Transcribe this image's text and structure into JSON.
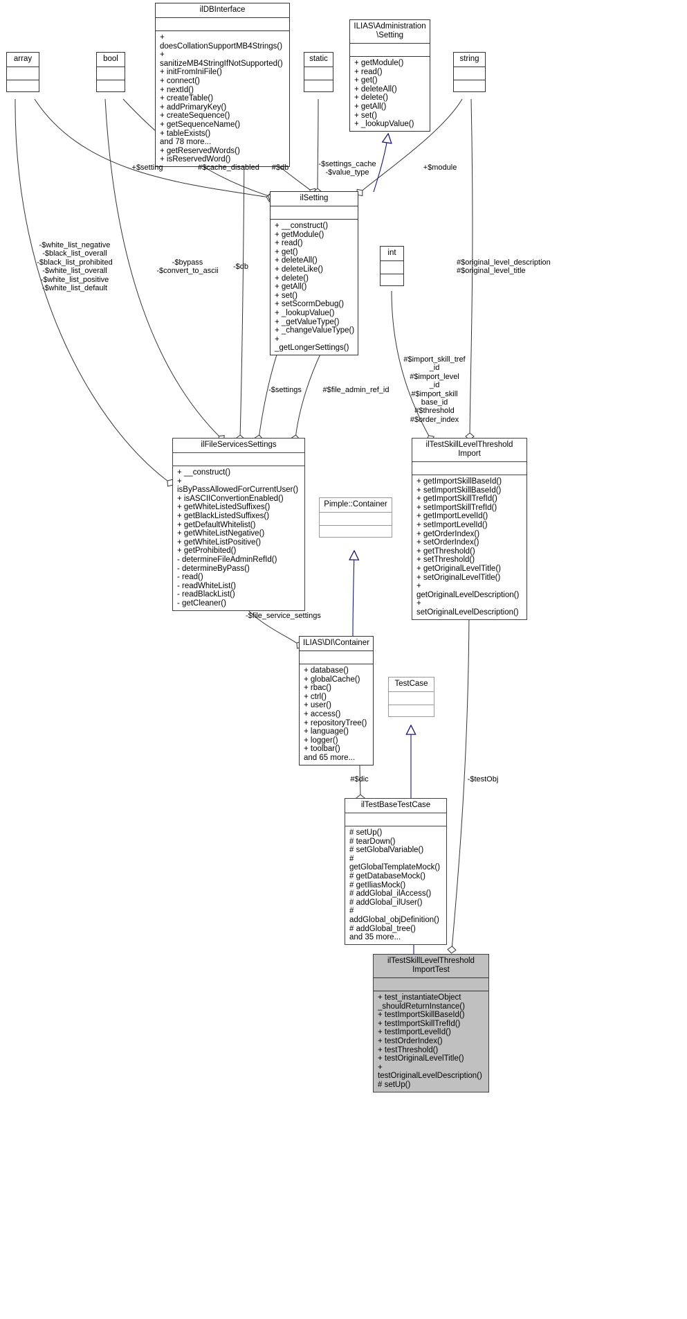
{
  "diagram": {
    "type": "uml-collaboration-diagram",
    "title": "ilTestSkillLevelThresholdImportTest Collaboration Diagram",
    "colors": {
      "background": "#ffffff",
      "box_border": "#333333",
      "box_border_thick": "#404040",
      "box_fill": "#ffffff",
      "focus_box_fill": "#c0c0c0",
      "edge_solid": "#333333",
      "edge_inherit": "#191970"
    }
  },
  "classes": {
    "array": {
      "name": "array",
      "attributes": [],
      "methods": []
    },
    "bool": {
      "name": "bool",
      "attributes": [],
      "methods": []
    },
    "static": {
      "name": "static",
      "attributes": [],
      "methods": []
    },
    "string": {
      "name": "string",
      "attributes": [],
      "methods": []
    },
    "int": {
      "name": "int",
      "attributes": [],
      "methods": []
    },
    "ildbinterface": {
      "name": "ilDBInterface",
      "attributes": [],
      "methods": [
        "+ doesCollationSupportMB4Strings()",
        "+ sanitizeMB4StringIfNotSupported()",
        "+ initFromIniFile()",
        "+ connect()",
        "+ nextId()",
        "+ createTable()",
        "+ addPrimaryKey()",
        "+ createSequence()",
        "+ getSequenceName()",
        "+ tableExists()",
        "and 78 more...",
        "+ getReservedWords()",
        "+ isReservedWord()"
      ]
    },
    "administration_setting": {
      "name": "ILIAS\\Administration\n\\Setting",
      "attributes": [],
      "methods": [
        "+ getModule()",
        "+ read()",
        "+ get()",
        "+ deleteAll()",
        "+ delete()",
        "+ getAll()",
        "+ set()",
        "+ _lookupValue()"
      ]
    },
    "ilsetting": {
      "name": "ilSetting",
      "attributes": [],
      "methods": [
        "+ __construct()",
        "+ getModule()",
        "+ read()",
        "+ get()",
        "+ deleteAll()",
        "+ deleteLike()",
        "+ delete()",
        "+ getAll()",
        "+ set()",
        "+ setScormDebug()",
        "+ _lookupValue()",
        "+ _getValueType()",
        "+ _changeValueType()",
        "+ _getLongerSettings()"
      ]
    },
    "ilfileservicessettings": {
      "name": "ilFileServicesSettings",
      "attributes": [],
      "methods": [
        "+ __construct()",
        "+ isByPassAllowedForCurrentUser()",
        "+ isASCIIConvertionEnabled()",
        "+ getWhiteListedSuffixes()",
        "+ getBlackListedSuffixes()",
        "+ getDefaultWhitelist()",
        "+ getWhiteListNegative()",
        "+ getWhiteListPositive()",
        "+ getProhibited()",
        "- determineFileAdminRefId()",
        "- determineByPass()",
        "- read()",
        "- readWhiteList()",
        "- readBlackList()",
        "- getCleaner()"
      ]
    },
    "iltestskilllevelthresholdimport": {
      "name": "ilTestSkillLevelThreshold\nImport",
      "attributes": [],
      "methods": [
        "+ getImportSkillBaseId()",
        "+ setImportSkillBaseId()",
        "+ getImportSkillTrefId()",
        "+ setImportSkillTrefId()",
        "+ getImportLevelId()",
        "+ setImportLevelId()",
        "+ getOrderIndex()",
        "+ setOrderIndex()",
        "+ getThreshold()",
        "+ setThreshold()",
        "+ getOriginalLevelTitle()",
        "+ setOriginalLevelTitle()",
        "+ getOriginalLevelDescription()",
        "+ setOriginalLevelDescription()"
      ]
    },
    "pimple_container": {
      "name": "Pimple::Container",
      "attributes": [],
      "methods": []
    },
    "di_container": {
      "name": "ILIAS\\DI\\Container",
      "attributes": [],
      "methods": [
        "+ database()",
        "+ globalCache()",
        "+ rbac()",
        "+ ctrl()",
        "+ user()",
        "+ access()",
        "+ repositoryTree()",
        "+ language()",
        "+ logger()",
        "+ toolbar()",
        "and 65 more..."
      ]
    },
    "testcase": {
      "name": "TestCase",
      "attributes": [],
      "methods": []
    },
    "iltestbasetestcase": {
      "name": "ilTestBaseTestCase",
      "attributes": [],
      "methods": [
        "# setUp()",
        "# tearDown()",
        "# setGlobalVariable()",
        "# getGlobalTemplateMock()",
        "# getDatabaseMock()",
        "# getIliasMock()",
        "# addGlobal_ilAccess()",
        "# addGlobal_ilUser()",
        "# addGlobal_objDefinition()",
        "# addGlobal_tree()",
        "and 35 more..."
      ]
    },
    "iltestskilllevelthresholdimporttest": {
      "name": "ilTestSkillLevelThreshold\nImportTest",
      "attributes": [],
      "methods": [
        "+ test_instantiateObject\n_shouldReturnInstance()",
        "+ testImportSkillBaseId()",
        "+ testImportSkillTrefId()",
        "+ testImportLevelId()",
        "+ testOrderIndex()",
        "+ testThreshold()",
        "+ testOriginalLevelTitle()",
        "+ testOriginalLevelDescription()",
        "# setUp()"
      ]
    }
  },
  "edge_labels": {
    "setting": "+$setting",
    "cache_disabled": "#$cache_disabled",
    "db_ilsetting": "#$db",
    "settings_cache_value_type": "-$settings_cache\n-$value_type",
    "module": "+$module",
    "whitelists": "-$white_list_negative\n-$black_list_overall\n-$black_list_prohibited\n-$white_list_overall\n-$white_list_positive\n-$white_list_default",
    "bypass_convert": "-$bypass\n-$convert_to_ascii",
    "db_fileservices": "-$db",
    "original_level": "#$original_level_description\n#$original_level_title",
    "settings": "-$settings",
    "file_admin_ref_id": "#$file_admin_ref_id",
    "import_ids": "#$import_skill_tref\n_id\n#$import_level\n_id\n#$import_skill\nbase_id\n#$threshold\n#$order_index",
    "file_service_settings": "-$file_service_settings",
    "dic": "#$dic",
    "testobj": "-$testObj"
  }
}
